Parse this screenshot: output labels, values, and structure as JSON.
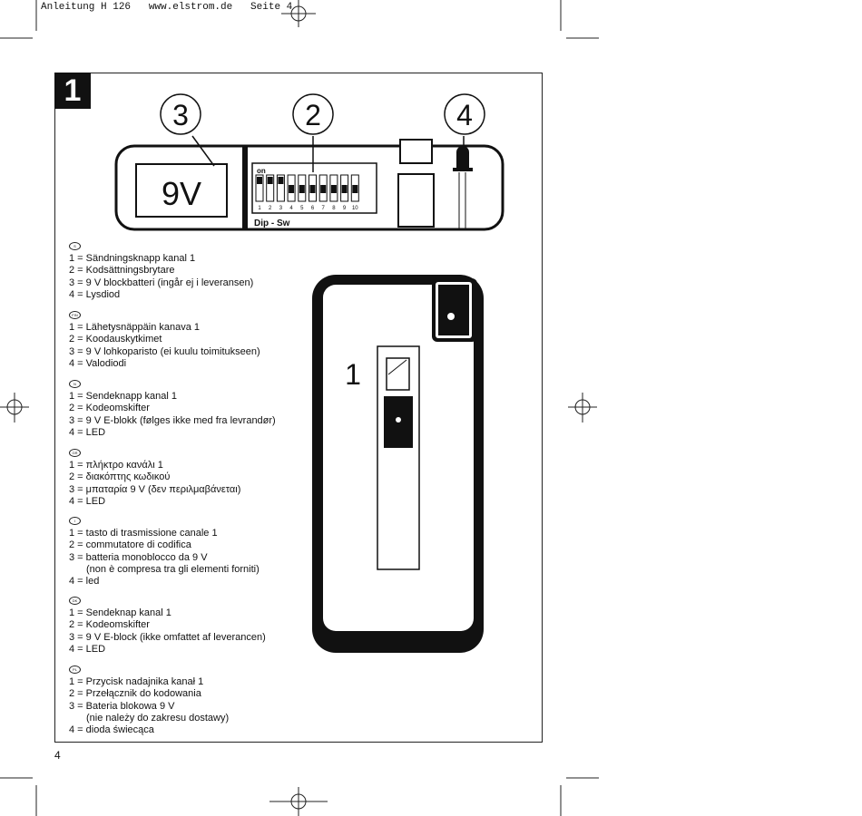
{
  "header": {
    "text": "Anleitung H 126   www.elstrom.de   Seite 4"
  },
  "figure": {
    "number": "1",
    "callouts": [
      "3",
      "2",
      "4",
      "1"
    ],
    "battery_label": "9V",
    "dip_on": "on",
    "dip_label": "Dip - Sw",
    "dip_numbers": [
      "1",
      "2",
      "3",
      "4",
      "5",
      "6",
      "7",
      "8",
      "9",
      "10"
    ]
  },
  "page_number": "4",
  "languages": [
    {
      "code": "S",
      "items": [
        "1 = Sändningsknapp kanal 1",
        "2 = Kodsättningsbrytare",
        "3 = 9 V blockbatteri (ingår ej i leveransen)",
        "4 = Lysdiod"
      ]
    },
    {
      "code": "FIN",
      "items": [
        "1 = Lähetysnäppäin kanava 1",
        "2 = Koodauskytkimet",
        "3 = 9 V lohkoparisto (ei kuulu toimitukseen)",
        "4 = Valodiodi"
      ]
    },
    {
      "code": "N",
      "items": [
        "1 = Sendeknapp kanal 1",
        "2 = Kodeomskifter",
        "3 = 9 V E-blokk (følges ikke med fra levrandør)",
        "4 = LED"
      ]
    },
    {
      "code": "GR",
      "items": [
        "1 = πλήκτρο κανάλι 1",
        "2 = διακόπτης κωδικού",
        "3 = μπαταρία 9 V (δεν περιλμαβάνεται)",
        "4 = LED"
      ]
    },
    {
      "code": "I",
      "items": [
        "1 = tasto di trasmissione canale 1",
        "2 = commutatore di codifica",
        "3 = batteria monoblocco da 9 V",
        "(non è compresa tra gli elementi forniti)",
        "4 = led"
      ]
    },
    {
      "code": "DK",
      "items": [
        "1 = Sendeknap kanal 1",
        "2 = Kodeomskifter",
        "3 = 9 V E-block (ikke omfattet af leverancen)",
        "4 = LED"
      ]
    },
    {
      "code": "PL",
      "items": [
        "1 = Przycisk nadajnika kanał 1",
        "2 = Przełącznik do kodowania",
        "3 = Bateria blokowa 9 V",
        "(nie należy do zakresu dostawy)",
        "4 = dioda świecąca"
      ]
    }
  ]
}
